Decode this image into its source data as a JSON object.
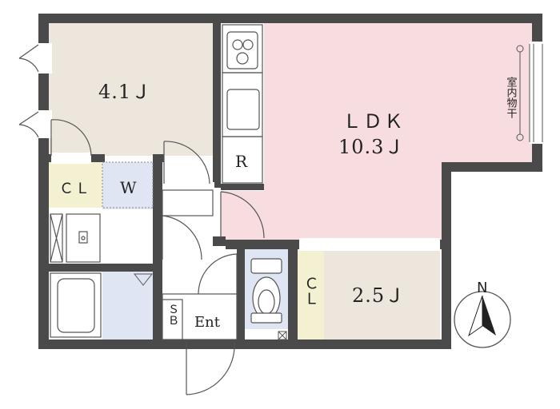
{
  "rooms": {
    "western_room": "4.1Ｊ",
    "ldk_title": "ＬＤＫ",
    "ldk_size": "10.3Ｊ",
    "small_room": "2.5Ｊ"
  },
  "fixtures": {
    "refrigerator": "R",
    "closet_west": "ＣＬ",
    "washer": "W",
    "closet_small": "ＣＬ",
    "shoe_box": "ＳＢ",
    "entrance": "Ent",
    "indoor_drying": "室内物干"
  },
  "compass": {
    "north": "N"
  },
  "colors": {
    "ldk": "#f7dce0",
    "western": "#ece6dd",
    "wet": "#dfe5f3",
    "closet": "#f4f0d2",
    "wall": "#4a4a4a"
  }
}
